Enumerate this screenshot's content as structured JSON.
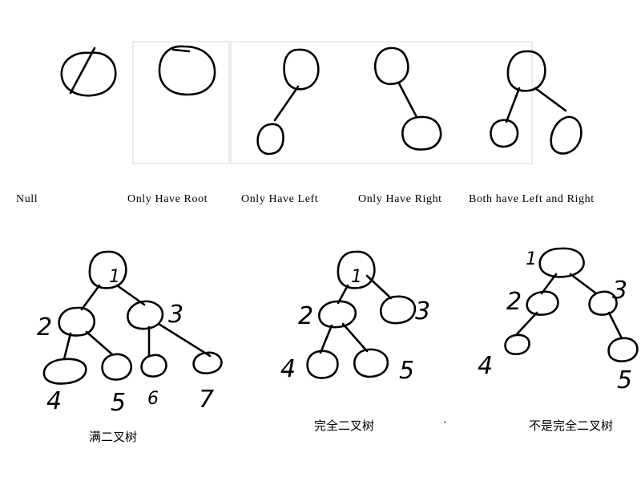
{
  "top_row": {
    "captions": {
      "null": "Null",
      "only_root": "Only  Have  Root",
      "only_left": "Only  Have  Left",
      "only_right": "Only  Have  Right",
      "both": "Both  have  Left  and  Right"
    }
  },
  "bottom_row": {
    "full_tree": {
      "caption": "满二叉树",
      "labels": {
        "n1": "1",
        "n2": "2",
        "n3": "3",
        "n4": "4",
        "n5": "5",
        "n6": "6",
        "n7": "7"
      }
    },
    "complete_tree": {
      "caption": "完全二叉树",
      "labels": {
        "n2": "2",
        "n3": "3",
        "n4": "4",
        "n5": "5"
      }
    },
    "not_complete_tree": {
      "caption": "不是完全二叉树",
      "labels": {
        "n1": "1",
        "n2": "2",
        "n3": "3",
        "n4": "4",
        "n5": "5"
      }
    },
    "separator_mark": "·"
  }
}
